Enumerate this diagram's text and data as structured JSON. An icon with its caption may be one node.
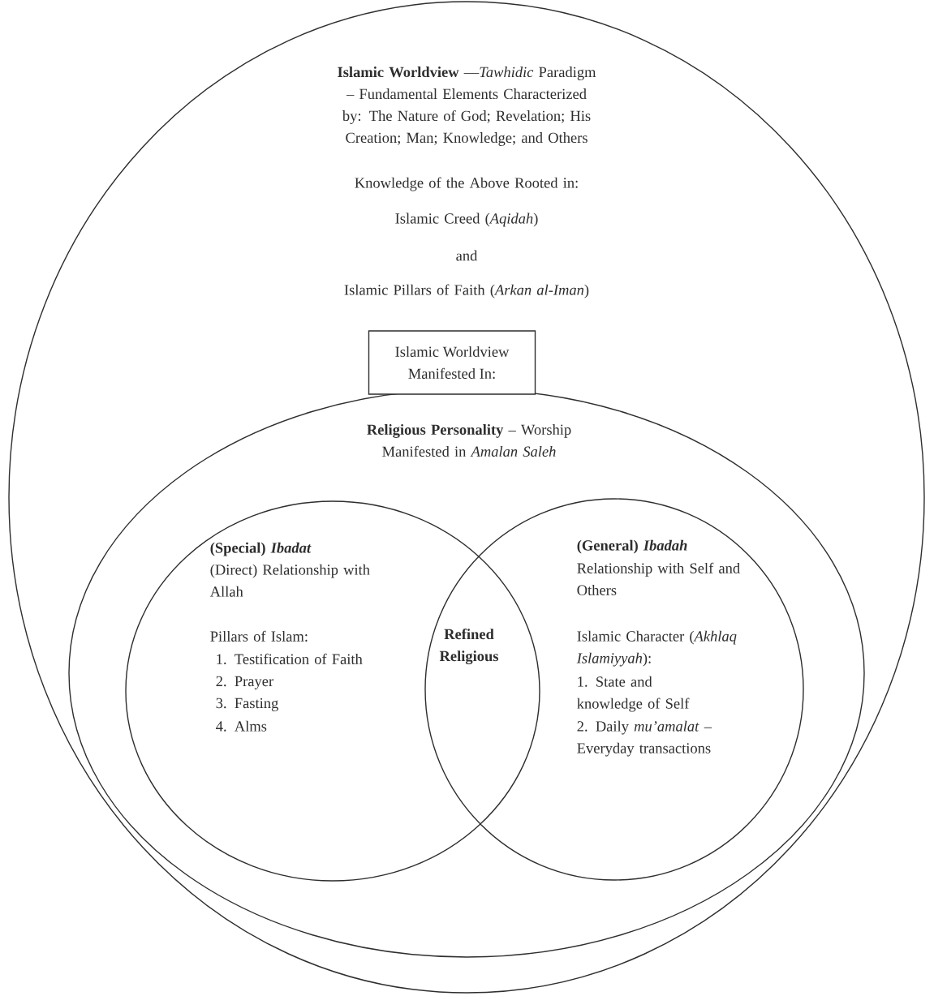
{
  "diagram": {
    "nodes": [
      {
        "text": [
          "**Islamic Worldview** —*Tawhidic* Paradigm – Fundamental Elements Characterized by: The Nature of God; Revelation; His Creation; Man; Knowledge; and Others",
          "Knowledge of the Above Rooted in:",
          "Islamic Creed (*Aqidah*)",
          "and",
          "Islamic Pillars of Faith (*Arkan al-Iman*)"
        ]
      },
      {
        "text": [
          "Islamic Worldview Manifested In:"
        ],
        "in": 0
      },
      {
        "text": [
          "**Religious Personality** – Worship Manifested in *Amalan Saleh*"
        ],
        "in": 0
      },
      {
        "text": [
          "(Special) *Ibadat*",
          "(Direct) Relationship with Allah",
          "Pillars of Islam:",
          "1. Testification of Faith",
          "2. Prayer",
          "3. Fasting",
          "4. Alms"
        ],
        "in": 2
      },
      {
        "text": [
          "(General) *Ibadah*",
          "Relationship with Self and Others",
          "Islamic Character (*Akhlaq Islamiyyah*):",
          "1. State and knowledge of Self",
          "2. Daily *mu’amalat* – Everyday transactions"
        ],
        "in": 2
      }
    ],
    "labels": [
      "Refined Religious"
    ]
  }
}
